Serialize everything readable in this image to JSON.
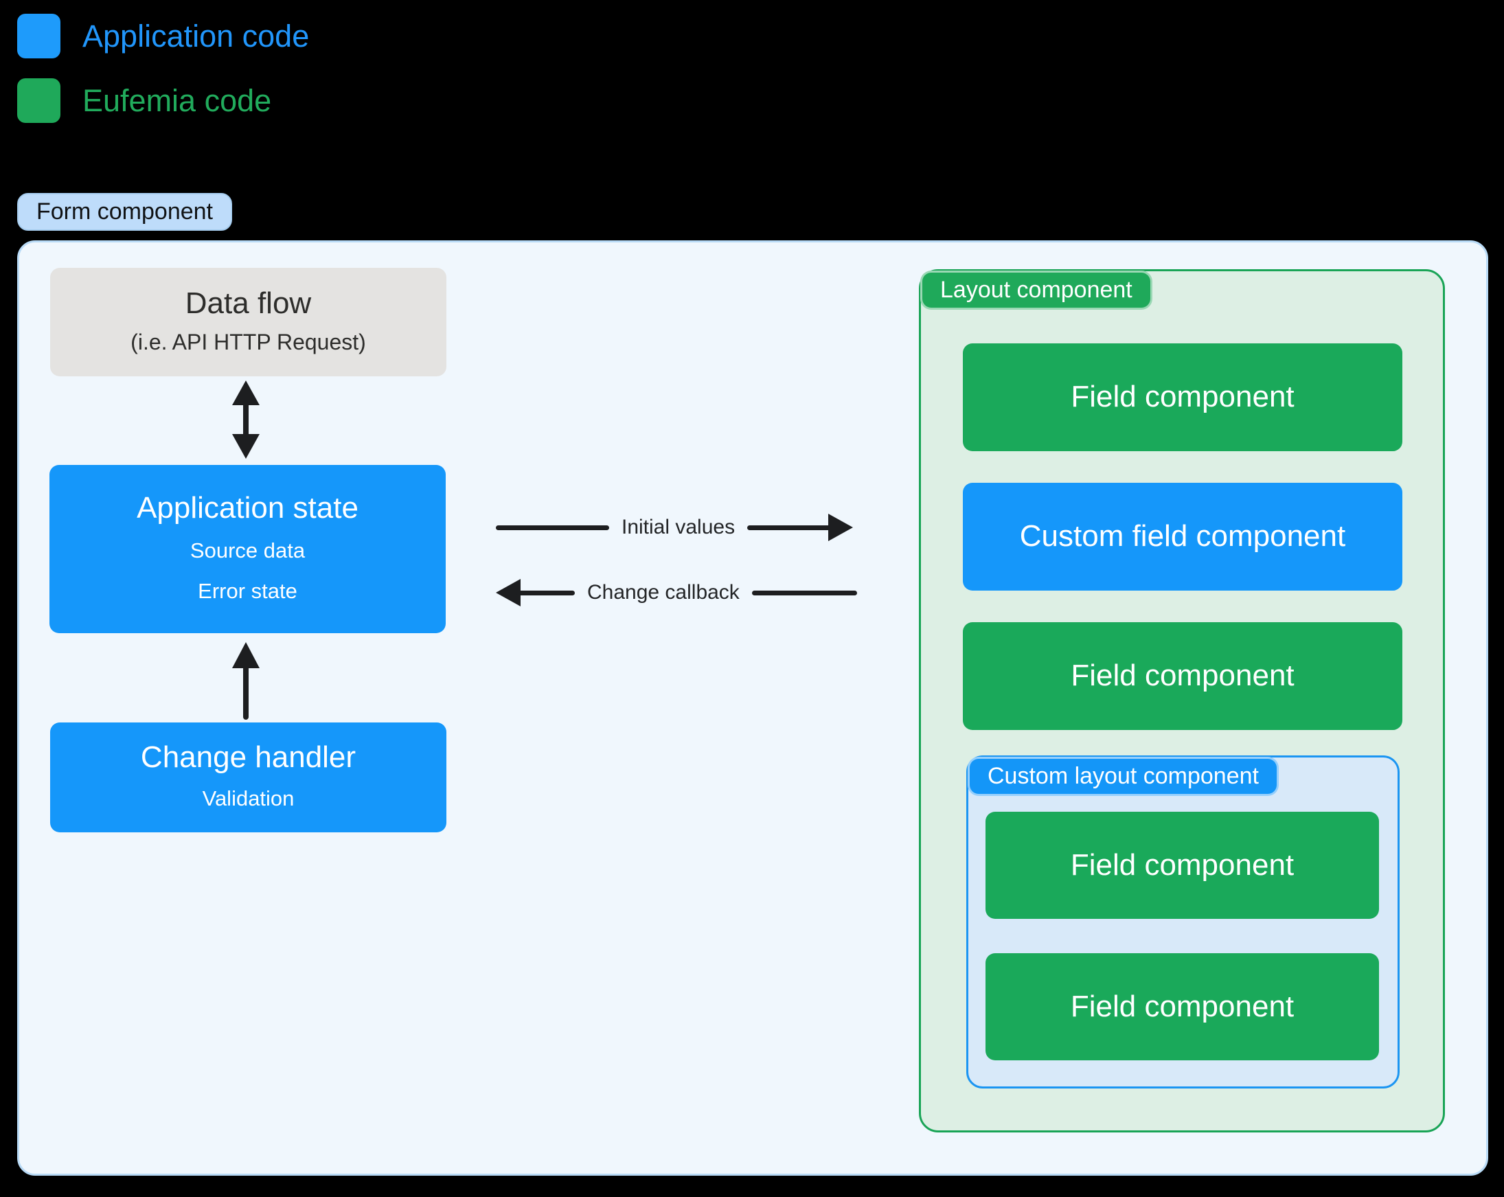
{
  "legend": {
    "application_code": "Application code",
    "eufemia_code": "Eufemia code"
  },
  "form_component": {
    "tag": "Form component",
    "data_flow": {
      "title": "Data flow",
      "subtitle": "(i.e. API HTTP Request)"
    },
    "application_state": {
      "title": "Application state",
      "line1": "Source data",
      "line2": "Error state"
    },
    "change_handler": {
      "title": "Change handler",
      "subtitle": "Validation"
    },
    "flows": {
      "initial_values": "Initial values",
      "change_callback": "Change callback"
    },
    "layout_component": {
      "tag": "Layout component",
      "field_top": "Field component",
      "custom_field": "Custom field component",
      "field_middle": "Field component",
      "custom_layout": {
        "tag": "Custom layout component",
        "field_first": "Field component",
        "field_second": "Field component"
      }
    }
  },
  "colors": {
    "application_code_blue": "#1597fa",
    "eufemia_code_green": "#1fa95a",
    "gray_box": "#e4e3e1",
    "form_container_bg": "#f0f7fd",
    "layout_container_bg": "#ddefe4",
    "custom_layout_bg": "#d8e9f9",
    "arrow": "#1d1e20"
  }
}
